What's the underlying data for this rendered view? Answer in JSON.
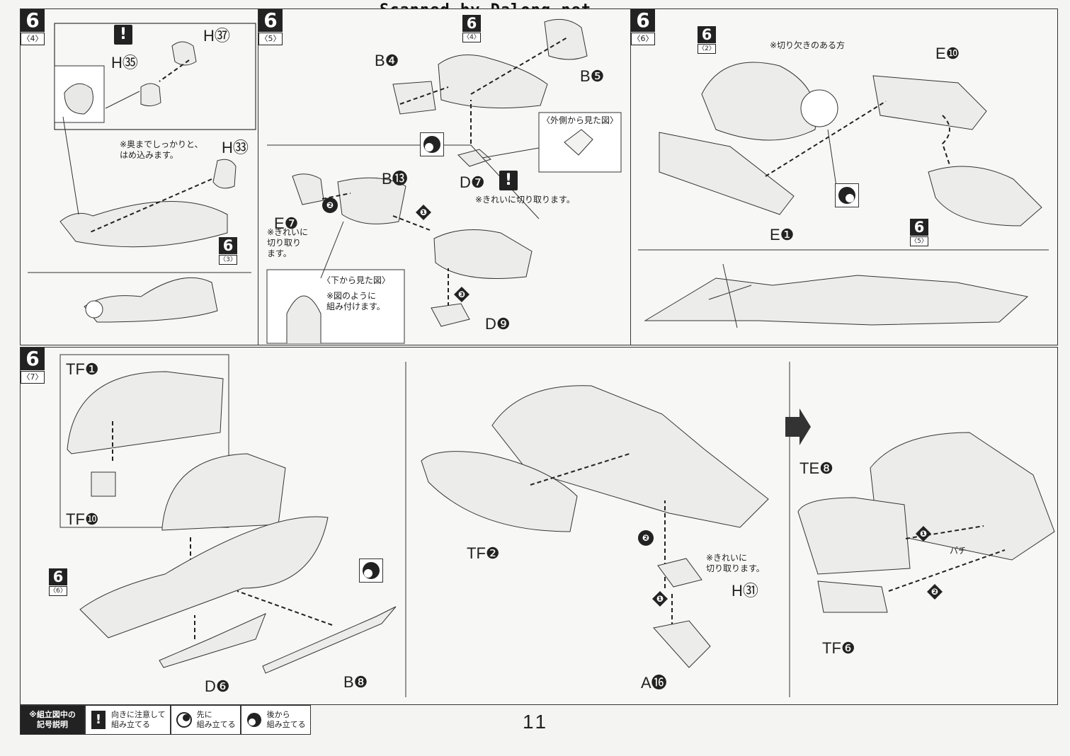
{
  "banner": "Scanned by Dalong.net",
  "page_number": "11",
  "panels": [
    {
      "step": "6",
      "substep": "〈4〉",
      "parts": [
        "H㊲",
        "H㉟",
        "H㉝"
      ],
      "note": "※奥までしっかりと、\nはめ込みます。",
      "ref": {
        "step": "6",
        "substep": "〈3〉"
      }
    },
    {
      "step": "6",
      "substep": "〈5〉",
      "parts": [
        "B❹",
        "B❺",
        "B⓭",
        "E❼",
        "D❼",
        "D❾"
      ],
      "ref": {
        "step": "6",
        "substep": "〈4〉"
      },
      "view_outside": "〈外側から見た図〉",
      "view_bottom": "〈下から見た図〉",
      "note_bottom": "※図のように\n組み付けます。",
      "note_cut1": "※きれいに切り取ります。",
      "note_cut2": "※きれいに\n切り取り\nます。",
      "seq": [
        "❶",
        "❷",
        "❸"
      ]
    },
    {
      "step": "6",
      "substep": "〈6〉",
      "parts": [
        "E❿",
        "E❶"
      ],
      "note": "※切り欠きのある方",
      "ref": {
        "step": "6",
        "substep": "〈5〉"
      },
      "ref2": {
        "step": "6",
        "substep": "〈2〉"
      }
    },
    {
      "step": "6",
      "substep": "〈7〉",
      "parts": [
        "TF❶",
        "TF❿",
        "D❻",
        "B❽",
        "TF❷",
        "H㉛",
        "A⓰",
        "TE❽",
        "TF❻"
      ],
      "ref": {
        "step": "6",
        "substep": "〈6〉"
      },
      "note_cut": "※きれいに\n切り取ります。",
      "seq": [
        "❶",
        "❷"
      ],
      "sound": "パチ"
    }
  ],
  "legend": {
    "title": "※組立図中の\n記号説明",
    "items": [
      {
        "icon": "warning-icon",
        "text": "向きに注意して\n組み立てる"
      },
      {
        "icon": "assemble-first-icon",
        "text": "先に\n組み立てる"
      },
      {
        "icon": "assemble-later-icon",
        "text": "後から\n組み立てる"
      }
    ]
  },
  "colors": {
    "ink": "#222222",
    "paper": "#f7f7f5",
    "part_fill": "#ececea"
  }
}
